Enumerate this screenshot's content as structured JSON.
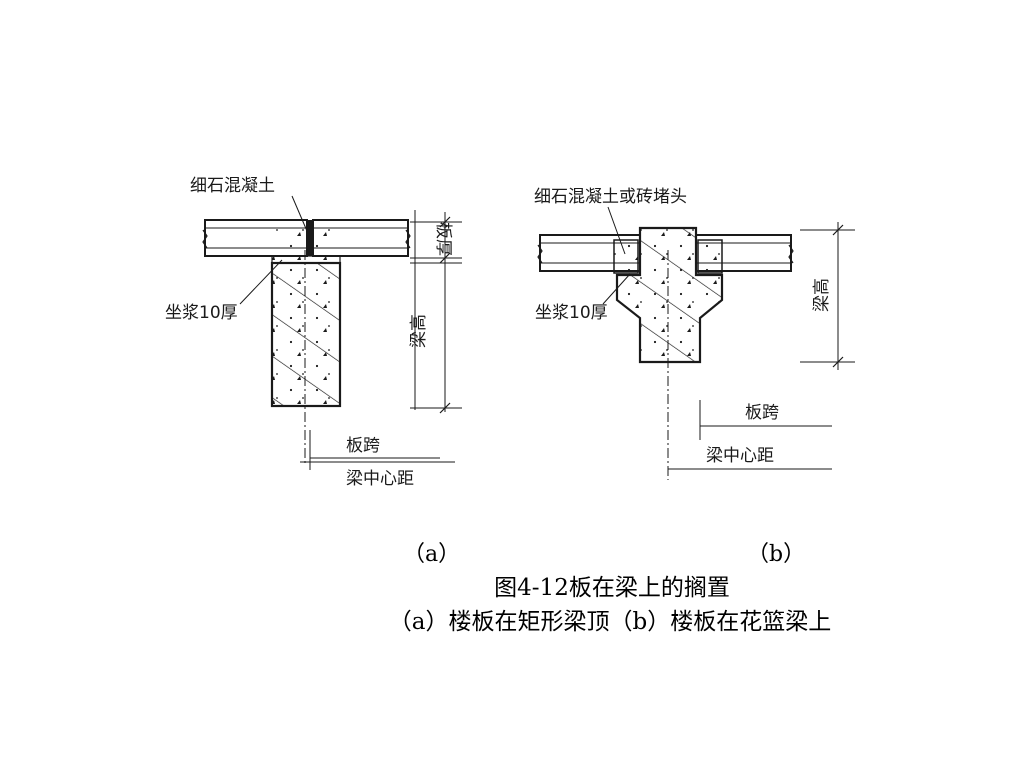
{
  "figure": {
    "panel_a": {
      "label": "（a）",
      "callout_top": "细石混凝土",
      "callout_bed": "坐浆10厚",
      "dim_slab_thickness": "板厚",
      "dim_beam_height": "梁高",
      "dim_slab_span": "板跨",
      "dim_beam_center": "梁中心距"
    },
    "panel_b": {
      "label": "（b）",
      "callout_top": "细石混凝土或砖堵头",
      "callout_bed": "坐浆10厚",
      "dim_beam_height": "梁高",
      "dim_slab_span": "板跨",
      "dim_beam_center": "梁中心距"
    },
    "caption_title": "图4-12板在梁上的搁置",
    "caption_subtitle": "（a）楼板在矩形梁顶（b）楼板在花篮梁上"
  }
}
